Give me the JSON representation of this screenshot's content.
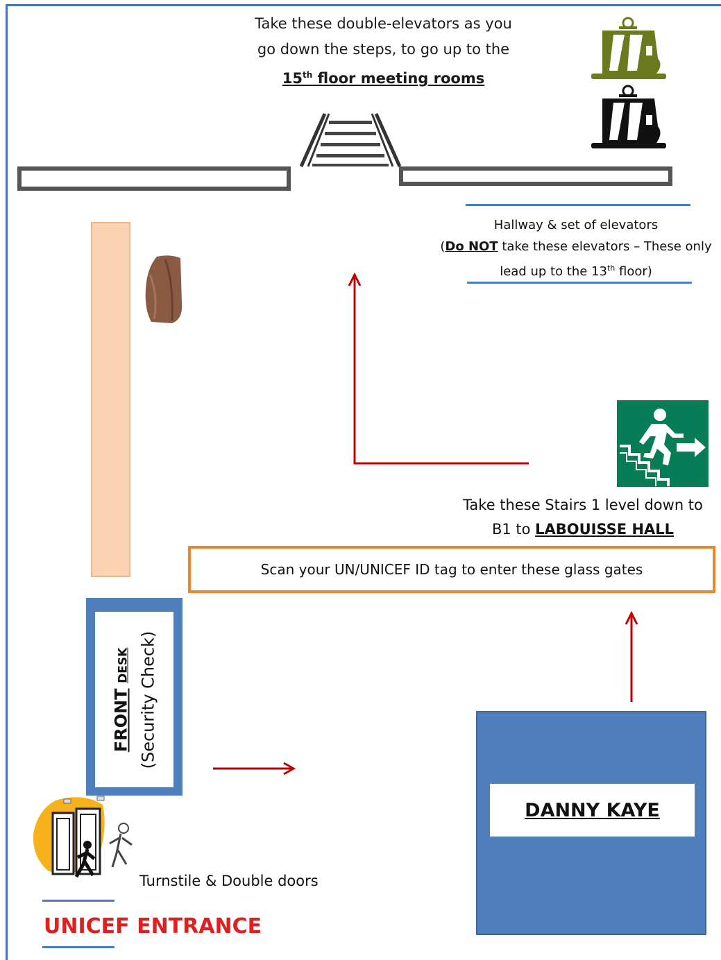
{
  "top_instruction": {
    "line1": "Take these double-elevators as you",
    "line2": "go down the steps, to go up to the",
    "line3_num": "15",
    "line3_sup": "th",
    "line3_rest": " floor meeting rooms"
  },
  "hallway_note": {
    "line1": "Hallway & set of elevators",
    "line2_open": "(",
    "line2_bold": "Do NOT",
    "line2_rest": " take these elevators – These only",
    "line3_pre": "lead up to the 13",
    "line3_sup": "th",
    "line3_post": " floor)"
  },
  "stairs_note": {
    "line1": "Take these Stairs 1 level down to",
    "line2_pre": "B1 to ",
    "line2_bold": "LABOUISSE HALL"
  },
  "gates_note": "Scan your UN/UNICEF ID tag to enter these glass gates",
  "front_desk": {
    "front": "FRONT",
    "desk": "DESK",
    "security": "(Security Check)"
  },
  "danny_kaye": "DANNY KAYE",
  "turnstile": "Turnstile & Double doors",
  "entrance": "UNICEF ENTRANCE",
  "colors": {
    "frame_blue": "#4a72b0",
    "arrow_red": "#c00000",
    "entrance_red": "#e02020",
    "gate_orange": "#f0852a",
    "desk_blue": "#4f80bd",
    "counter_peach": "#fbd3b3",
    "exit_green": "#077d57",
    "elevator_olive": "#6b7a1e"
  },
  "icons": [
    "elevator-olive-icon",
    "elevator-black-icon",
    "stairs-up-icon",
    "plant-pot-icon",
    "emergency-exit-stairs-icon",
    "revolving-door-icon"
  ]
}
